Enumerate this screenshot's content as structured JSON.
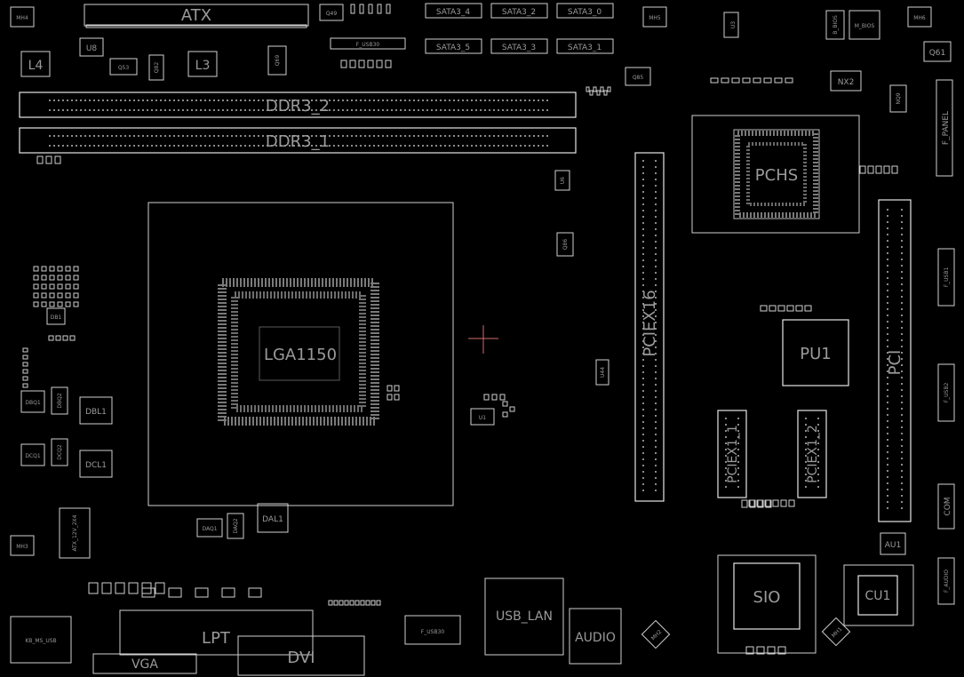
{
  "labels": {
    "atx": "ATX",
    "mh4": "MH4",
    "q49": "Q49",
    "sata4": "SATA3_4",
    "sata2": "SATA3_2",
    "sata0": "SATA3_0",
    "sata5": "SATA3_5",
    "sata3": "SATA3_3",
    "sata1": "SATA3_1",
    "f_usb30": "F_USB30",
    "mh5": "MH5",
    "u3": "U3",
    "b_bios": "B_BIOS",
    "m_bios": "M_BIOS",
    "mh6": "MH6",
    "q61": "Q61",
    "nx2": "NX2",
    "nq9": "NQ9",
    "f_panel": "F_PANEL",
    "l4": "L4",
    "u8": "U8",
    "q53": "Q53",
    "q82": "Q82",
    "l3": "L3",
    "q69": "Q69",
    "q85": "Q85",
    "ddr3_2": "DDR3_2",
    "ddr3_1": "DDR3_1",
    "pchs": "PCHS",
    "u6": "U6",
    "q86": "Q86",
    "pciex16": "PCIEX16",
    "lga1150": "LGA1150",
    "pu1": "PU1",
    "pci": "PCI",
    "f_usb1": "F_USB1",
    "f_usb2": "F_USB2",
    "u44": "U44",
    "u1": "U1",
    "pciex1_1": "PCIEX1_1",
    "pciex1_2": "PCIEX1_2",
    "com": "COM",
    "dbl1": "DBL1",
    "dcl1": "DCL1",
    "dbq1": "DBQ1",
    "dbq2": "DBQ2",
    "dcq1": "DCQ1",
    "dcq2": "DCQ2",
    "db1": "DB1",
    "dal1": "DAL1",
    "daq1": "DAQ1",
    "daq2": "DAQ2",
    "atx_12v": "ATX_12V_2X4",
    "mh3": "MH3",
    "au1": "AU1",
    "sio": "SIO",
    "cu1": "CU1",
    "f_audio": "F_AUDIO",
    "kb_ms_usb": "KB_MS_USB",
    "lpt": "LPT",
    "vga": "VGA",
    "dvi": "DVI",
    "usb_lan": "USB_LAN",
    "f_usb30_b": "F_USB30",
    "audio": "AUDIO",
    "mh2": "MH2",
    "mh1": "MH1"
  }
}
